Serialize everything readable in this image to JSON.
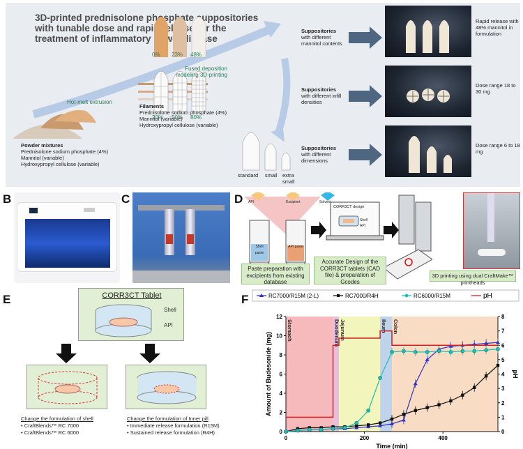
{
  "panel_labels": [
    "A",
    "B",
    "C",
    "D",
    "E",
    "F"
  ],
  "panel_a": {
    "title": "3D-printed prednisolone phosphate suppositories with tunable dose and rapid release for the treatment of inflammatory bowel disease",
    "hot_melt": "Hot-melt extrusion",
    "fdm": "Fused deposition modeling 3D-printing",
    "powder": {
      "heading": "Powder mixtures",
      "lines": [
        "Prednisolone sodium phosphate (4%)",
        "Mannitol (variable)",
        "Hydroxypropyl cellulose (variable)"
      ]
    },
    "filaments": {
      "heading": "Filaments",
      "lines": [
        "Prednisolone sodium phosphate (4%)",
        "Mannitol (variable)",
        "Hydroxypropyl cellulose (variable)"
      ]
    },
    "mannitol_labels": [
      "0%",
      "23%",
      "48%"
    ],
    "infill_labels": [
      "20%",
      "50%",
      "80%"
    ],
    "size_labels": [
      "standard",
      "small",
      "extra small"
    ],
    "rows": [
      {
        "heading": "Suppositories",
        "sub": "with different mannitol contents",
        "result": "Rapid release with 48% mannitol in formulation"
      },
      {
        "heading": "Suppositories",
        "sub": "with different infill densities",
        "result": "Dose range 18 to 30 mg"
      },
      {
        "heading": "Suppositories",
        "sub": "with different dimensions",
        "result": "Dose range 6 to 18 mg"
      }
    ]
  },
  "panel_d": {
    "api": "API",
    "excipient": "Excipient",
    "solvent": "Solvent",
    "shell_paste": "Shell paste",
    "api_paste": "API paste",
    "design_title": "CORR3CT design",
    "design_shell": "Shell",
    "design_api": "API",
    "box1": "Paste preparation with excipients from existing database",
    "box2": "Accurate Design of the CORR3CT tablets (CAD file) & preparation of Gcodes",
    "box3": "3D printing using dual CraftMake™ printheads"
  },
  "panel_e": {
    "title": "CORR3CT Tablet",
    "shell": "Shell",
    "api": "API",
    "left_heading": "Change the formulation of shell",
    "left_items": [
      "• CraftBlends™ RC 7000",
      "• CraftBlends™ RC 6000"
    ],
    "right_heading": "Change the formulation of Inner pill",
    "right_items": [
      "• Immediate release formulation (R15M)",
      "• Sustained release formulation (R4H)"
    ]
  },
  "chart_data": {
    "type": "line",
    "xlabel": "Time (min)",
    "ylabel": "Amount of Budesonide (mg)",
    "y2label": "pH",
    "xlim": [
      0,
      540
    ],
    "ylim": [
      0,
      12
    ],
    "y2lim": [
      0,
      8
    ],
    "xticks": [
      0,
      200,
      400
    ],
    "yticks": [
      0,
      2,
      4,
      6,
      8,
      10,
      12
    ],
    "y2ticks": [
      0,
      1,
      2,
      3,
      4,
      5,
      6,
      7,
      8
    ],
    "regions": [
      {
        "name": "Stomach",
        "x0": 0,
        "x1": 120,
        "color": "#f4a3a6"
      },
      {
        "name": "Duodenum",
        "x0": 120,
        "x1": 135,
        "color": "#e0a8d6"
      },
      {
        "name": "Jejunum",
        "x0": 135,
        "x1": 240,
        "color": "#eef2a6"
      },
      {
        "name": "Ileum",
        "x0": 240,
        "x1": 270,
        "color": "#a9c4e6"
      },
      {
        "name": "Colon",
        "x0": 270,
        "x1": 540,
        "color": "#f6d2b0"
      }
    ],
    "series": [
      {
        "name": "RC7000/R15M (2-L)",
        "color": "#2f32c4",
        "marker": "triangle",
        "x": [
          0,
          30,
          60,
          90,
          120,
          150,
          180,
          210,
          240,
          270,
          300,
          330,
          360,
          390,
          420,
          450,
          480,
          510,
          540
        ],
        "y": [
          0,
          0.1,
          0.2,
          0.2,
          0.3,
          0.3,
          0.4,
          0.5,
          0.6,
          0.8,
          1.2,
          5.0,
          7.5,
          8.6,
          8.9,
          9.0,
          9.1,
          9.2,
          9.3
        ]
      },
      {
        "name": "RC7000/R4H",
        "color": "#111111",
        "marker": "square",
        "x": [
          0,
          30,
          60,
          90,
          120,
          150,
          180,
          210,
          240,
          270,
          300,
          330,
          360,
          390,
          420,
          450,
          480,
          510,
          540
        ],
        "y": [
          0,
          0.3,
          0.4,
          0.4,
          0.5,
          0.5,
          0.6,
          0.7,
          0.9,
          1.3,
          1.8,
          2.2,
          2.5,
          2.8,
          3.2,
          3.8,
          4.6,
          5.8,
          6.9
        ]
      },
      {
        "name": "RC6000/R15M",
        "color": "#1fbfb3",
        "marker": "circle",
        "x": [
          0,
          30,
          60,
          90,
          120,
          150,
          180,
          210,
          240,
          270,
          300,
          330,
          360,
          390,
          420,
          450,
          480,
          510,
          540
        ],
        "y": [
          0,
          0.1,
          0.2,
          0.2,
          0.3,
          0.4,
          0.9,
          2.2,
          5.6,
          8.3,
          8.4,
          8.3,
          8.3,
          8.4,
          8.3,
          8.4,
          8.4,
          8.5,
          8.6
        ]
      },
      {
        "name": "pH",
        "color": "#d11f1f",
        "marker": "none",
        "axis": "right",
        "x": [
          0,
          120,
          120,
          135,
          135,
          240,
          240,
          270,
          270,
          540
        ],
        "y": [
          1,
          1,
          6,
          6,
          6.5,
          6.5,
          7,
          7,
          6,
          6
        ]
      }
    ]
  }
}
